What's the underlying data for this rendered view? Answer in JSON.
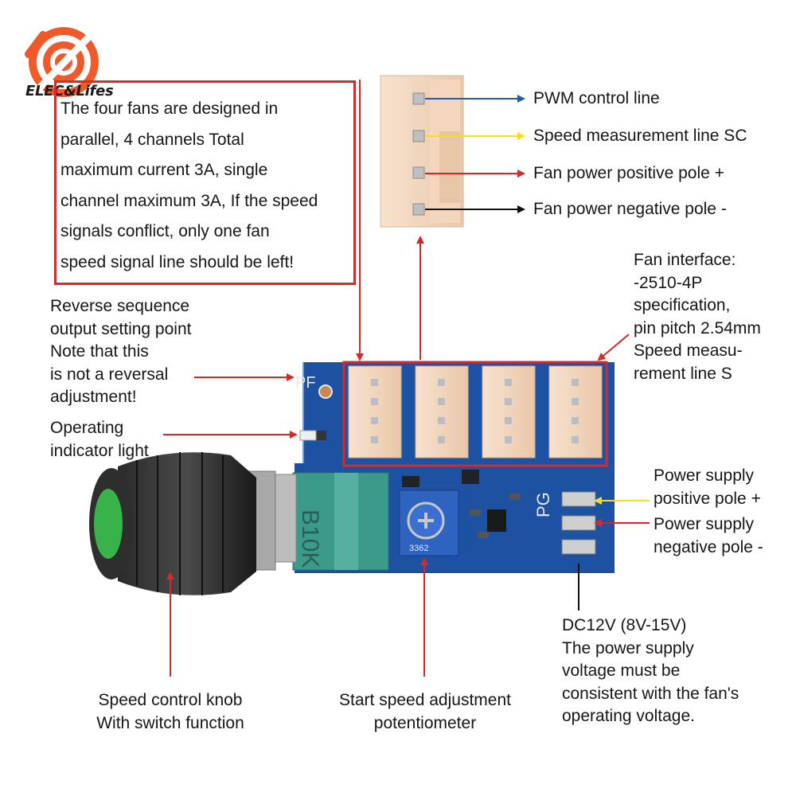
{
  "brand": {
    "logo_text": "ELEC&Lifes"
  },
  "note": {
    "lines": [
      "The four fans are designed in",
      "parallel, 4 channels Total",
      "maximum current 3A, single",
      "channel maximum 3A, If the speed",
      "signals conflict, only one fan",
      "speed signal line should be left!"
    ]
  },
  "connector_pins": [
    {
      "label": "PWM control line",
      "color": "#1f5fa8"
    },
    {
      "label": "Speed measurement line SC",
      "color": "#f0e020"
    },
    {
      "label": "Fan power positive pole +",
      "color": "#e02020"
    },
    {
      "label": "Fan power negative pole -",
      "color": "#111111"
    }
  ],
  "fan_interface": {
    "lines": [
      "Fan interface:",
      "-2510-4P",
      "specification,",
      "pin pitch 2.54mm",
      "Speed measu-",
      "rement line S"
    ]
  },
  "reverse_point": {
    "lines": [
      "Reverse sequence",
      "output setting point",
      "Note that this",
      "is not a reversal",
      "adjustment!"
    ]
  },
  "indicator": {
    "lines": [
      "Operating",
      "indicator light"
    ]
  },
  "power_pos": {
    "lines": [
      "Power supply",
      "positive pole +"
    ]
  },
  "power_neg": {
    "lines": [
      "Power supply",
      "negative pole -"
    ]
  },
  "dc_note": {
    "lines": [
      "DC12V (8V-15V)",
      "The power supply",
      "voltage must be",
      "consistent with the fan's",
      "operating voltage."
    ]
  },
  "knob": {
    "lines": [
      "Speed control knob",
      "With switch function"
    ]
  },
  "potentiometer": {
    "lines": [
      "Start speed adjustment",
      "potentiometer"
    ]
  },
  "board_marks": {
    "pf": "PF",
    "pg": "PG",
    "pot_marking": "B10K",
    "trimmer_marking": "3362"
  },
  "colors": {
    "annotation_red": "#d42a2a",
    "pcb_blue": "#1d4f9c",
    "connector_cream": "#f5d9c0"
  }
}
